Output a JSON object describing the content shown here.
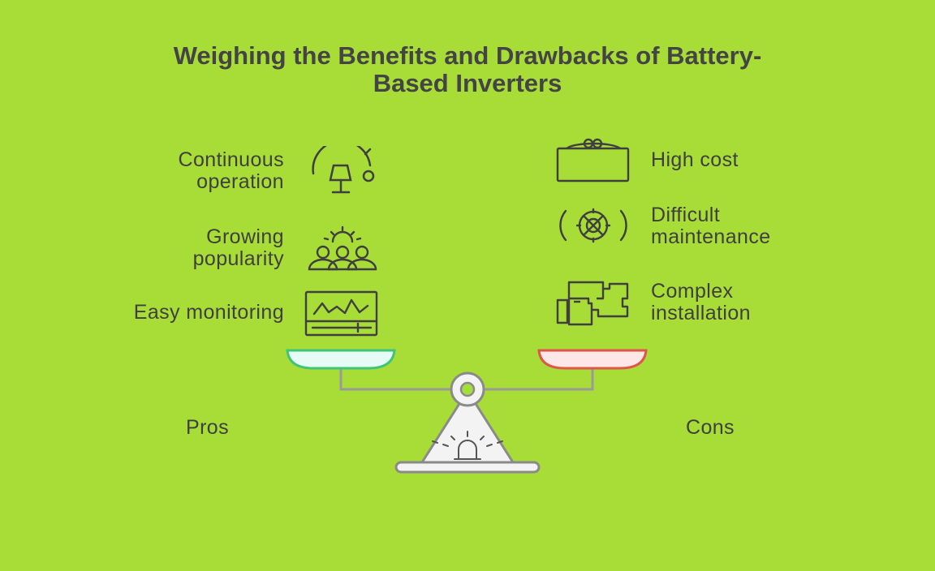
{
  "title": {
    "line1": "Weighing the Benefits and Drawbacks of Battery-",
    "line2": "Based Inverters"
  },
  "pros": {
    "label": "Pros",
    "items": [
      {
        "lines": [
          "Continuous",
          "operation"
        ],
        "icon": "lamp-timer-icon"
      },
      {
        "lines": [
          "Growing",
          "popularity"
        ],
        "icon": "people-group-icon"
      },
      {
        "lines": [
          "Easy monitoring"
        ],
        "icon": "monitor-chart-icon"
      }
    ]
  },
  "cons": {
    "label": "Cons",
    "items": [
      {
        "lines": [
          "High cost"
        ],
        "icon": "money-bag-icon"
      },
      {
        "lines": [
          "Difficult",
          "maintenance"
        ],
        "icon": "broken-gear-icon"
      },
      {
        "lines": [
          "Complex",
          "installation"
        ],
        "icon": "puzzle-pieces-icon"
      }
    ]
  },
  "colors": {
    "background": "#a8dd38",
    "pros_pan": "#e6fbf6",
    "pros_pan_border": "#3fc47a",
    "cons_pan": "#fde7e7",
    "cons_pan_border": "#e0554a",
    "text": "#3f3f3f"
  }
}
